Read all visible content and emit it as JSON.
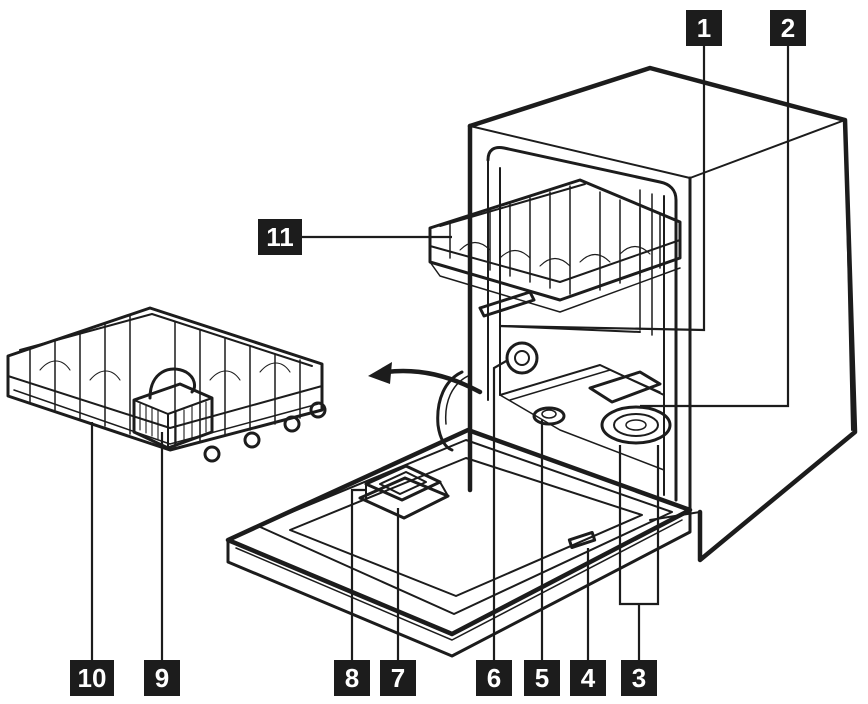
{
  "callouts": [
    {
      "number": "1",
      "part": "upper-spray-arm"
    },
    {
      "number": "2",
      "part": "lower-spray-arm"
    },
    {
      "number": "3",
      "part": "filter-assembly"
    },
    {
      "number": "4",
      "part": "door-latch"
    },
    {
      "number": "5",
      "part": "rinse-aid-inlet"
    },
    {
      "number": "6",
      "part": "side-inlet"
    },
    {
      "number": "7",
      "part": "detergent-dispenser"
    },
    {
      "number": "8",
      "part": "rinse-aid-dispenser"
    },
    {
      "number": "9",
      "part": "cutlery-basket"
    },
    {
      "number": "10",
      "part": "lower-basket"
    },
    {
      "number": "11",
      "part": "upper-basket"
    }
  ],
  "colors": {
    "ink": "#1c1c1c",
    "label_fill": "#1c1c1c",
    "label_text": "#ffffff",
    "background": "#ffffff"
  }
}
